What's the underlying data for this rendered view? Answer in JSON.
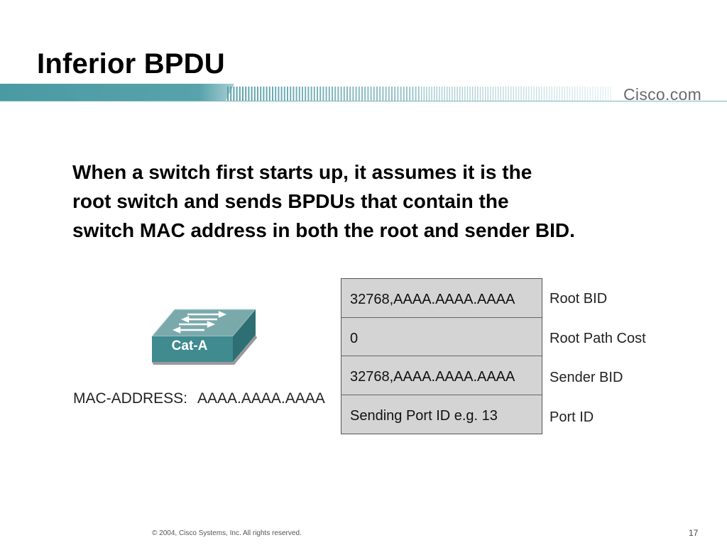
{
  "slide": {
    "title": "Inferior BPDU",
    "brand": "Cisco.com",
    "body_lines": [
      "When a switch first starts up, it assumes it is the",
      "root switch and sends BPDUs that contain the",
      "switch MAC address in both the root and sender BID."
    ]
  },
  "diagram": {
    "switch_label": "Cat-A",
    "mac_label": "MAC-ADDRESS:",
    "mac_value": "AAAA.AAAA.AAAA",
    "bpdu_fields": [
      {
        "value": "32768,AAAA.AAAA.AAAA",
        "label": "Root BID"
      },
      {
        "value": "0",
        "label": "Root Path Cost"
      },
      {
        "value": "32768,AAAA.AAAA.AAAA",
        "label": "Sender BID"
      },
      {
        "value": "Sending Port ID e.g. 13",
        "label": "Port ID"
      }
    ],
    "colors": {
      "header_teal": "#4f9ea6",
      "switch_top": "#6fa3a6",
      "switch_front": "#3f8c90",
      "table_fill": "#d4d4d4"
    }
  },
  "footer": {
    "copyright": "© 2004, Cisco Systems, Inc. All rights reserved.",
    "page_number": "17"
  }
}
